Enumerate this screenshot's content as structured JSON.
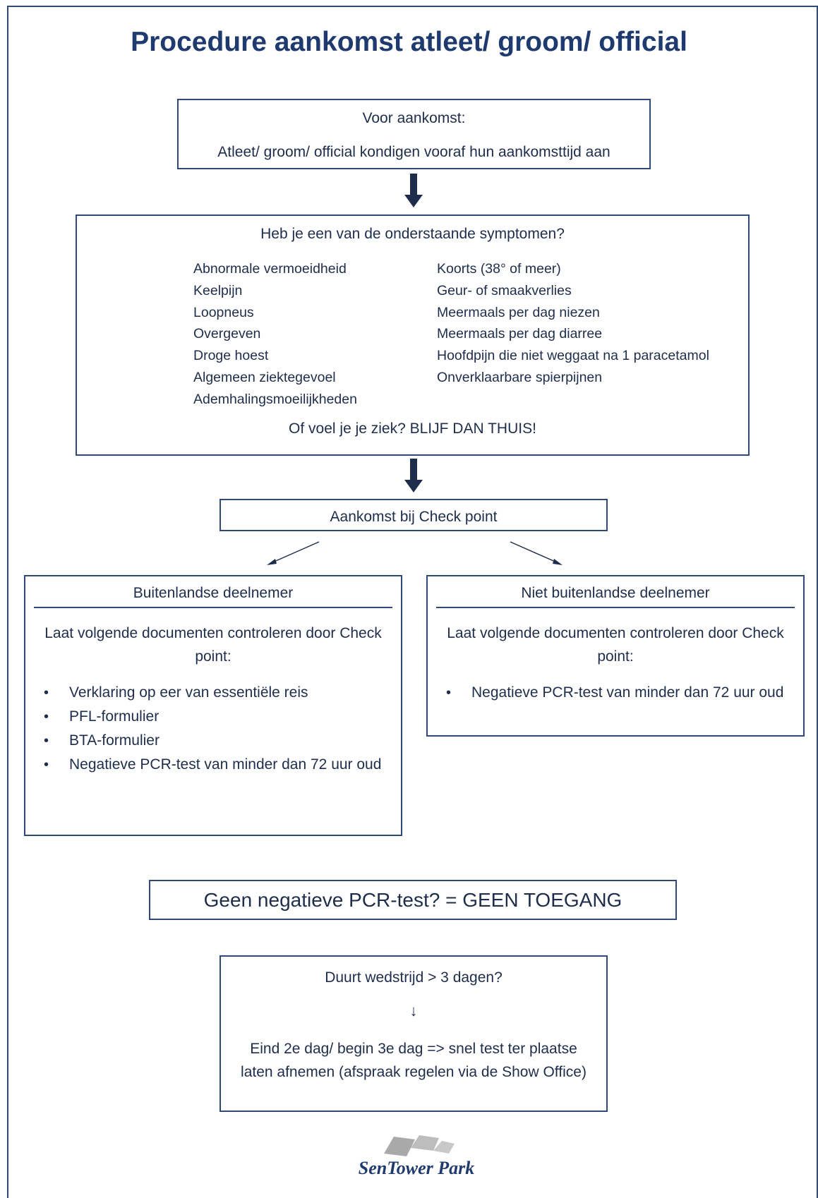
{
  "title": "Procedure aankomst atleet/ groom/ official",
  "before_arrival": {
    "heading": "Voor aankomst:",
    "text": "Atleet/ groom/ official kondigen vooraf hun aankomsttijd aan"
  },
  "symptoms": {
    "question": "Heb je een van de onderstaande symptomen?",
    "left": [
      "Abnormale vermoeidheid",
      "Keelpijn",
      "Loopneus",
      "Overgeven",
      "Droge hoest",
      "Algemeen ziektegevoel",
      "Ademhalingsmoeilijkheden"
    ],
    "right": [
      "Koorts (38° of meer)",
      "Geur- of smaakverlies",
      "Meermaals per dag niezen",
      "Meermaals per dag diarree",
      "Hoofdpijn die niet weggaat na 1 paracetamol",
      "Onverklaarbare spierpijnen"
    ],
    "footer": "Of voel je je ziek? BLIJF DAN THUIS!"
  },
  "checkpoint": {
    "label": "Aankomst bij Check point"
  },
  "foreign": {
    "heading": "Buitenlandse deelnemer",
    "intro": "Laat volgende documenten controleren door Check point:",
    "items": [
      "Verklaring op eer van essentiële reis",
      "PFL-formulier",
      "BTA-formulier",
      "Negatieve PCR-test van minder dan 72 uur oud"
    ]
  },
  "domestic": {
    "heading": "Niet buitenlandse deelnemer",
    "intro": "Laat volgende documenten controleren door Check point:",
    "items": [
      "Negatieve PCR-test van minder dan 72 uur oud"
    ]
  },
  "no_access": {
    "text": "Geen negatieve PCR-test? = GEEN TOEGANG"
  },
  "duration": {
    "question": "Duurt wedstrijd > 3 dagen?",
    "arrow": "↓",
    "text": "Eind 2e dag/ begin 3e dag => snel test ter plaatse laten afnemen (afspraak regelen via de Show Office)"
  },
  "logo": {
    "text": "SenTower Park"
  },
  "colors": {
    "primary": "#1f3a6e",
    "border": "#2f4a7a",
    "logo_grey": "#a9a9a9"
  }
}
